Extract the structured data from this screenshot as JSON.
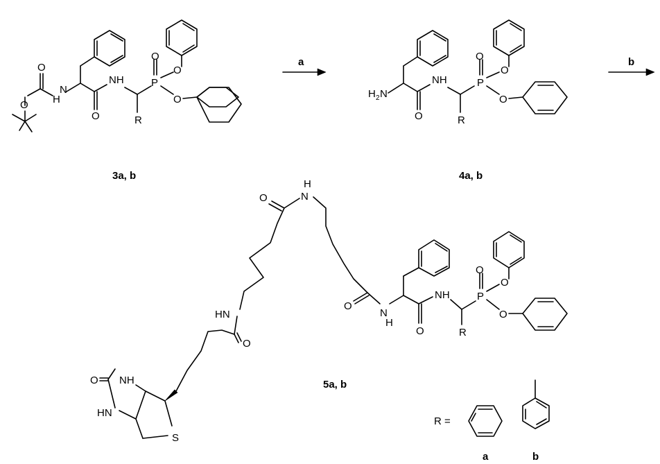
{
  "reagents": {
    "step1": "a",
    "step2": "b"
  },
  "compounds": {
    "c3": "3a, b",
    "c4": "4a, b",
    "c5": "5a, b"
  },
  "r_groups": {
    "label": "R =",
    "option_a": "a",
    "option_b": "b"
  },
  "atoms": {
    "O": "O",
    "N": "N",
    "NH": "NH",
    "H": "H",
    "P": "P",
    "R": "R",
    "S": "S",
    "HN": "HN",
    "H2": "H",
    "two": "2"
  }
}
